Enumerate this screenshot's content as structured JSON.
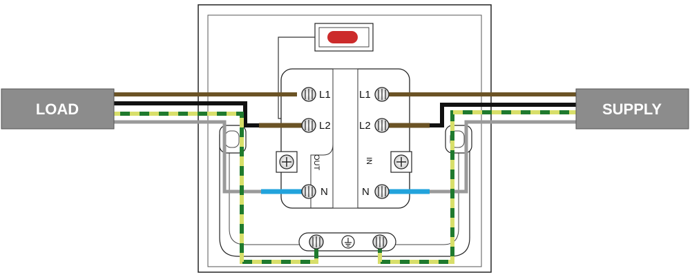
{
  "cables": {
    "load": "LOAD",
    "supply": "SUPPLY"
  },
  "terminals": {
    "out_l1": "L1",
    "out_l2": "L2",
    "out_n": "N",
    "in_l1": "L1",
    "in_l2": "L2",
    "in_n": "N"
  },
  "sides": {
    "out": "OUT",
    "in": "IN"
  },
  "symbols": {
    "earth": "earth-ground-icon"
  },
  "colors": {
    "brown": "#6b5325",
    "black": "#111111",
    "grey": "#9a9a9a",
    "blue": "#22a3dc",
    "earth_green": "#1f7a2e",
    "earth_yellow": "#d8df6a",
    "indicator_red": "#cc2b2b",
    "cable_body": "#8c8c8c"
  }
}
